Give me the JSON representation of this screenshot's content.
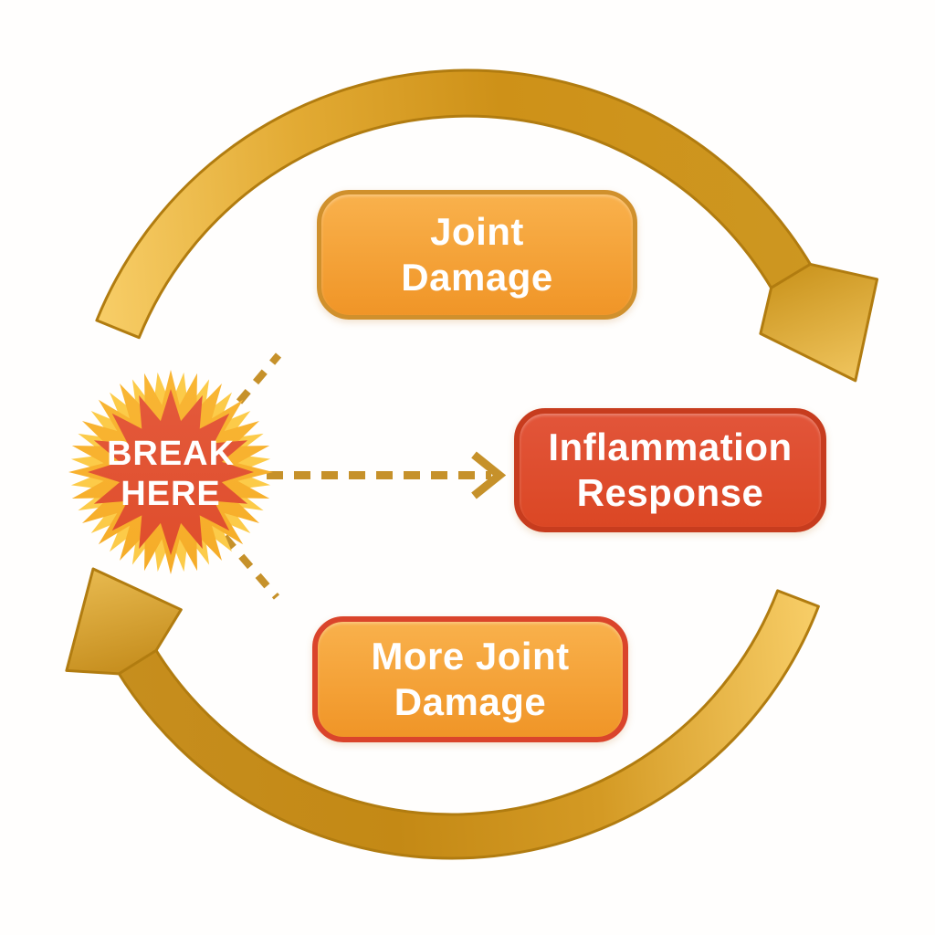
{
  "diagram": {
    "nodes": {
      "top": {
        "line1": "Joint",
        "line2": "Damage"
      },
      "right": {
        "line1": "Inflammation",
        "line2": "Response"
      },
      "bottom": {
        "line1": "More Joint",
        "line2": "Damage"
      }
    },
    "burst": {
      "line1": "BREAK",
      "line2": "HERE"
    },
    "icons": {
      "top_arrow": "curved-clockwise-arrow",
      "bottom_arrow": "curved-clockwise-arrow",
      "dashed_arrow": "dashed-arrow-right",
      "burst": "starburst-badge"
    },
    "colors": {
      "node_orange_top": "#F9B14C",
      "node_orange_bottom": "#F09527",
      "node_orange_border": "#D0902C",
      "node_red_top": "#E2553A",
      "node_red_bottom": "#DB4724",
      "node_red_border": "#C73C1E",
      "node_bottom_border": "#DA442B",
      "arc_gold_light": "#F8CE68",
      "arc_gold_dark": "#CE9118",
      "arc_outline": "#B17C10",
      "dash_gold": "#C6912A",
      "burst_gold": "#F6AC28",
      "burst_gold_light": "#FCCB49",
      "burst_red": "#DF4E2C",
      "text_white": "#FFFFFF"
    }
  }
}
